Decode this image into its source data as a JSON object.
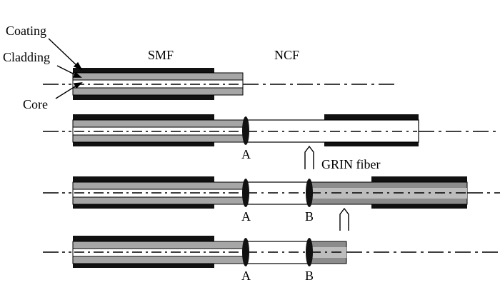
{
  "labels": {
    "coating": "Coating",
    "cladding": "Cladding",
    "core": "Core",
    "smf": "SMF",
    "ncf": "NCF",
    "grin": "GRIN fiber"
  },
  "splices": {
    "a": "A",
    "b": "B"
  },
  "colors": {
    "coating": "#111111",
    "cladding": "#a6a6a6",
    "grin": "#8c8c8c",
    "core": "#ffffff",
    "ncf": "#ffffff",
    "outline": "#000000"
  }
}
